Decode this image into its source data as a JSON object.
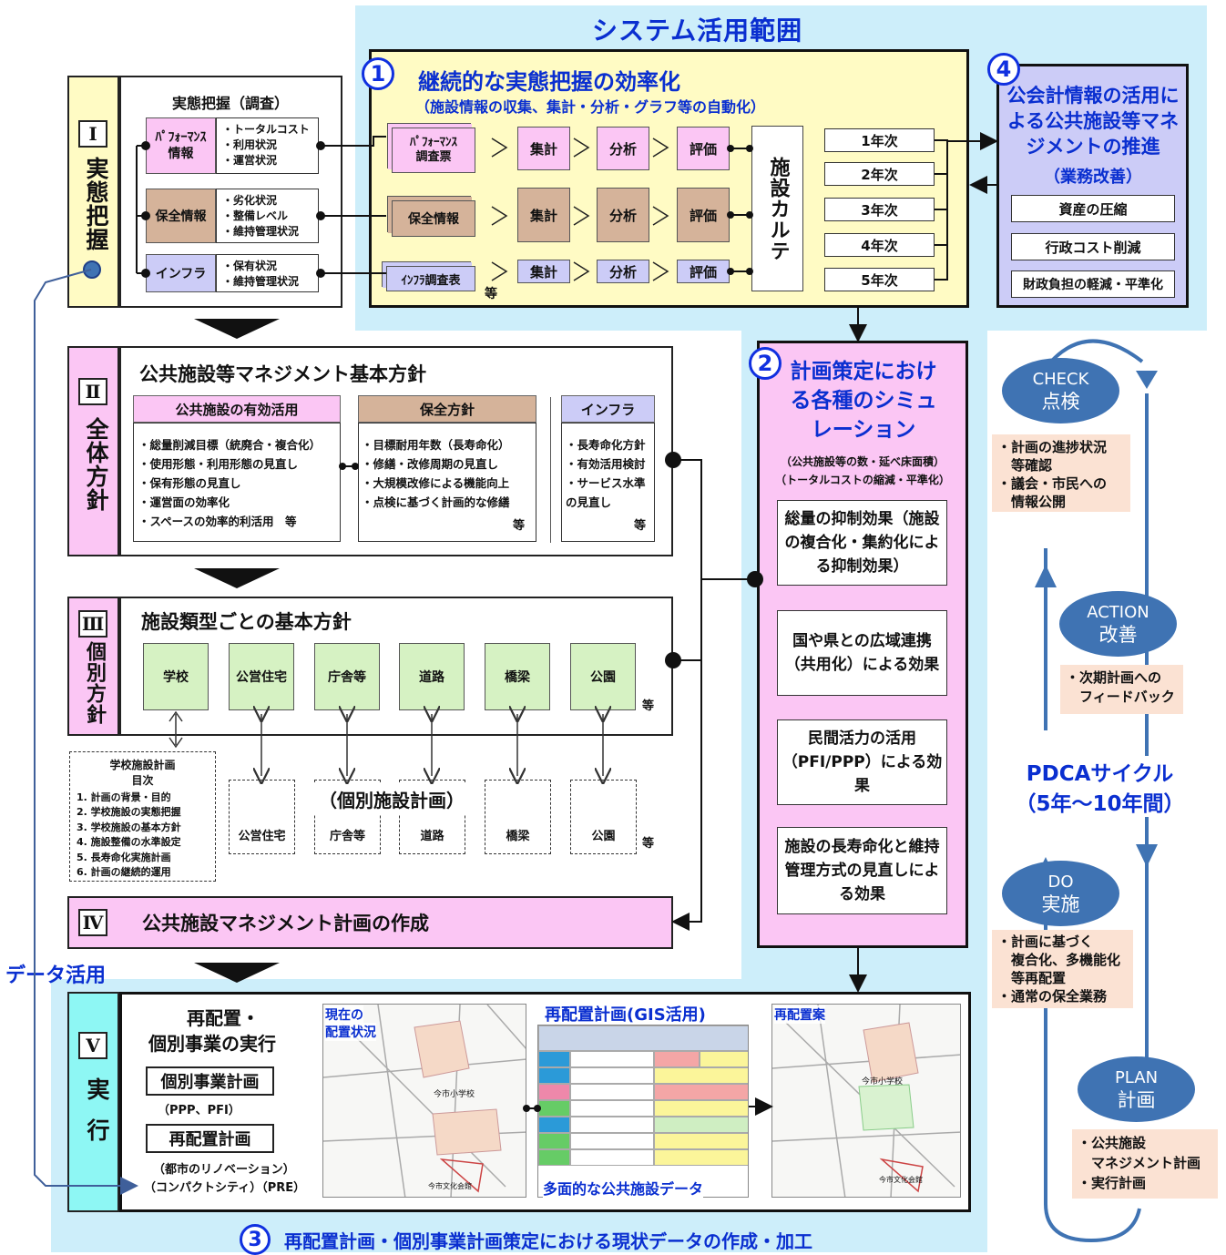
{
  "header": {
    "title": "システム活用範囲"
  },
  "s1": {
    "num": "1",
    "title": "継続的な実態把握の効率化",
    "subtitle": "（施設情報の収集、集計・分析・グラフ等の自動化）",
    "rows": [
      {
        "doc": "ﾊﾟﾌｫｰﾏﾝｽ\n調査票",
        "a": "集計",
        "b": "分析",
        "c": "評価"
      },
      {
        "doc": "保全情報",
        "a": "集計",
        "b": "分析",
        "c": "評価"
      },
      {
        "doc": "ｲﾝﾌﾗ調査表",
        "a": "集計",
        "b": "分析",
        "c": "評価"
      }
    ],
    "etc": "等",
    "karte": "施設カルテ",
    "years": [
      "1年次",
      "2年次",
      "3年次",
      "4年次",
      "5年次"
    ]
  },
  "s4": {
    "num": "4",
    "title": "公会計情報の活用による公共施設等マネジメントの推進",
    "note": "（業務改善）",
    "items": [
      "資産の圧縮",
      "行政コスト削減",
      "財政負担の軽減・平準化"
    ]
  },
  "I": {
    "num": "Ⅰ",
    "label": "実態把握",
    "head": "実態把握（調査）",
    "rows": [
      {
        "label": "ﾊﾟﾌｫｰﾏﾝｽ\n情報",
        "items": "・トータルコスト\n・利用状況\n・運営状況"
      },
      {
        "label": "保全情報",
        "items": "・劣化状況\n・整備レベル\n・維持管理状況"
      },
      {
        "label": "インフラ",
        "items": "・保有状況\n・維持管理状況"
      }
    ]
  },
  "II": {
    "num": "Ⅱ",
    "label": "全体方針",
    "title": "公共施設等マネジメント基本方針",
    "c1": {
      "h": "公共施設の有効活用",
      "t": "・総量削減目標（統廃合・複合化）\n・使用形態・利用形態の見直し\n・保有形態の見直し\n・運営面の効率化\n・スペースの効率的利活用　等"
    },
    "c2": {
      "h": "保全方針",
      "t": "・目標耐用年数（長寿命化）\n・修繕・改修周期の見直し\n・大規模改修による機能向上\n・点検に基づく計画的な修繕",
      "etc": "等"
    },
    "c3": {
      "h": "インフラ",
      "t": "・長寿命化方針\n・有効活用検討\n・サービス水準\nの見直し",
      "etc": "等"
    }
  },
  "III": {
    "num": "Ⅲ",
    "label": "個別方針",
    "title": "施設類型ごとの基本方針",
    "types": [
      "学校",
      "公営住宅",
      "庁舎等",
      "道路",
      "橋梁",
      "公園"
    ],
    "etc": "等",
    "plan_label": "（個別施設計画）",
    "plans": [
      "公営住宅",
      "庁舎等",
      "道路",
      "橋梁",
      "公園"
    ],
    "plans_etc": "等",
    "school": {
      "title": "学校施設計画",
      "toc": "目次",
      "items": [
        "1. 計画の背景・目的",
        "2. 学校施設の実態把握",
        "3. 学校施設の基本方針",
        "4. 施設整備の水準設定",
        "5. 長寿命化実施計画",
        "6. 計画の継続的運用"
      ]
    }
  },
  "IV": {
    "num": "Ⅳ",
    "title": "公共施設マネジメント計画の作成"
  },
  "V": {
    "num": "Ⅴ",
    "label": "実行",
    "h1": "再配置・",
    "h2": "個別事業の実行",
    "p1": "個別事業計画",
    "p1n": "（PPP、PFI）",
    "p2": "再配置計画",
    "p2n1": "（都市のリノベーション）",
    "p2n2": "（コンパクトシティ）（PRE）",
    "map1": {
      "l1": "現在の",
      "l2": "配置状況",
      "school": "今市小学校",
      "hall": "今市文化会館"
    },
    "gis": {
      "title": "再配置計画(GIS活用)",
      "caption": "多面的な公共施設データ"
    },
    "map2": {
      "title": "再配置案",
      "school": "今市小学校",
      "hall": "今市文化会館"
    }
  },
  "data_use": "データ活用",
  "s2": {
    "num": "2",
    "title": "計画策定における各種のシミュレーション",
    "n1": "（公共施設等の数・延べ床面積）",
    "n2": "（トータルコストの縮減・平準化）",
    "effects": [
      "総量の抑制効果（施設の複合化・集約化による抑制効果）",
      "国や県との広域連携（共用化）による効果",
      "民間活力の活用（PFI/PPP）による効果",
      "施設の長寿命化と維持管理方式の見直しによる効果"
    ]
  },
  "s3": {
    "num": "3",
    "title": "再配置計画・個別事業計画策定における現状データの作成・加工"
  },
  "pdca": {
    "check": {
      "en": "CHECK",
      "ja": "点検",
      "note": "・計画の進捗状況\n　等確認\n・議会・市民への\n　情報公開"
    },
    "action": {
      "en": "ACTION",
      "ja": "改善",
      "note": "・次期計画への\n　フィードバック"
    },
    "title1": "PDCAサイクル",
    "title2": "（5年～10年間）",
    "do": {
      "en": "DO",
      "ja": "実施",
      "note": "・計画に基づく\n　複合化、多機能化\n　等再配置\n・通常の保全業務"
    },
    "plan": {
      "en": "PLAN",
      "ja": "計画",
      "note": "・公共施設\n　マネジメント計画\n・実行計画"
    }
  },
  "colors": {
    "blue_bg": "#cdeefa",
    "yellow": "#fffbc4",
    "pink": "#fbc6f4",
    "lavender": "#ccccf7",
    "brown": "#d5b39a",
    "green": "#d6f2c3",
    "cyan": "#8ef7f4",
    "ellipse": "#3f73b3",
    "note": "#fbe2d3"
  }
}
